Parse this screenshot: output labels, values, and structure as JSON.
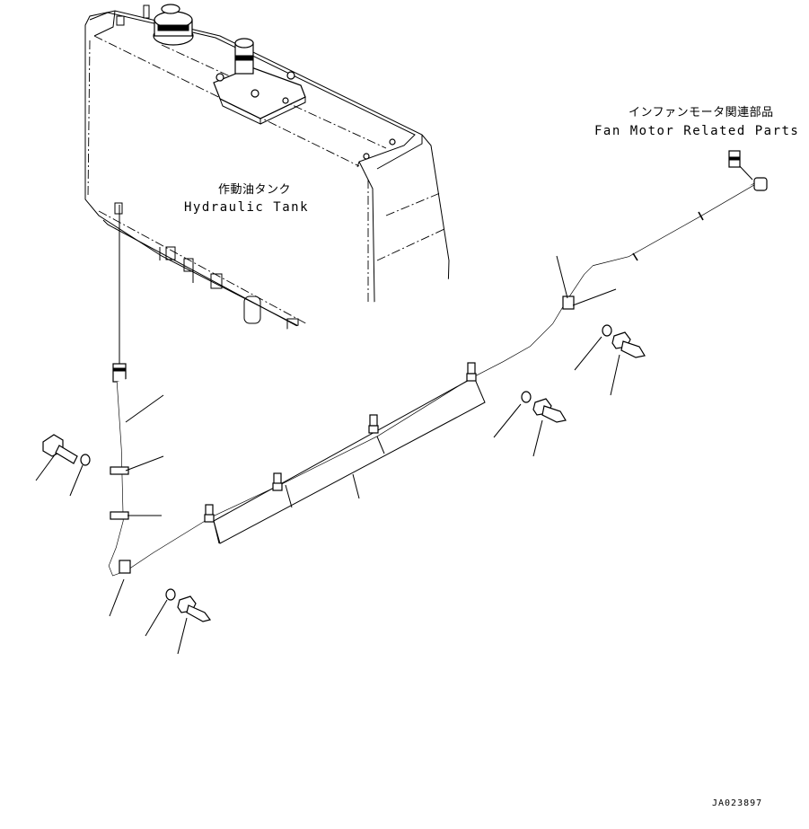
{
  "labels": {
    "tank_jp": "作動油タンク",
    "tank_en": "Hydraulic Tank",
    "fan_jp": "インファンモータ関連部品",
    "fan_en": "Fan Motor Related Parts",
    "drawing_code": "JA023897"
  }
}
